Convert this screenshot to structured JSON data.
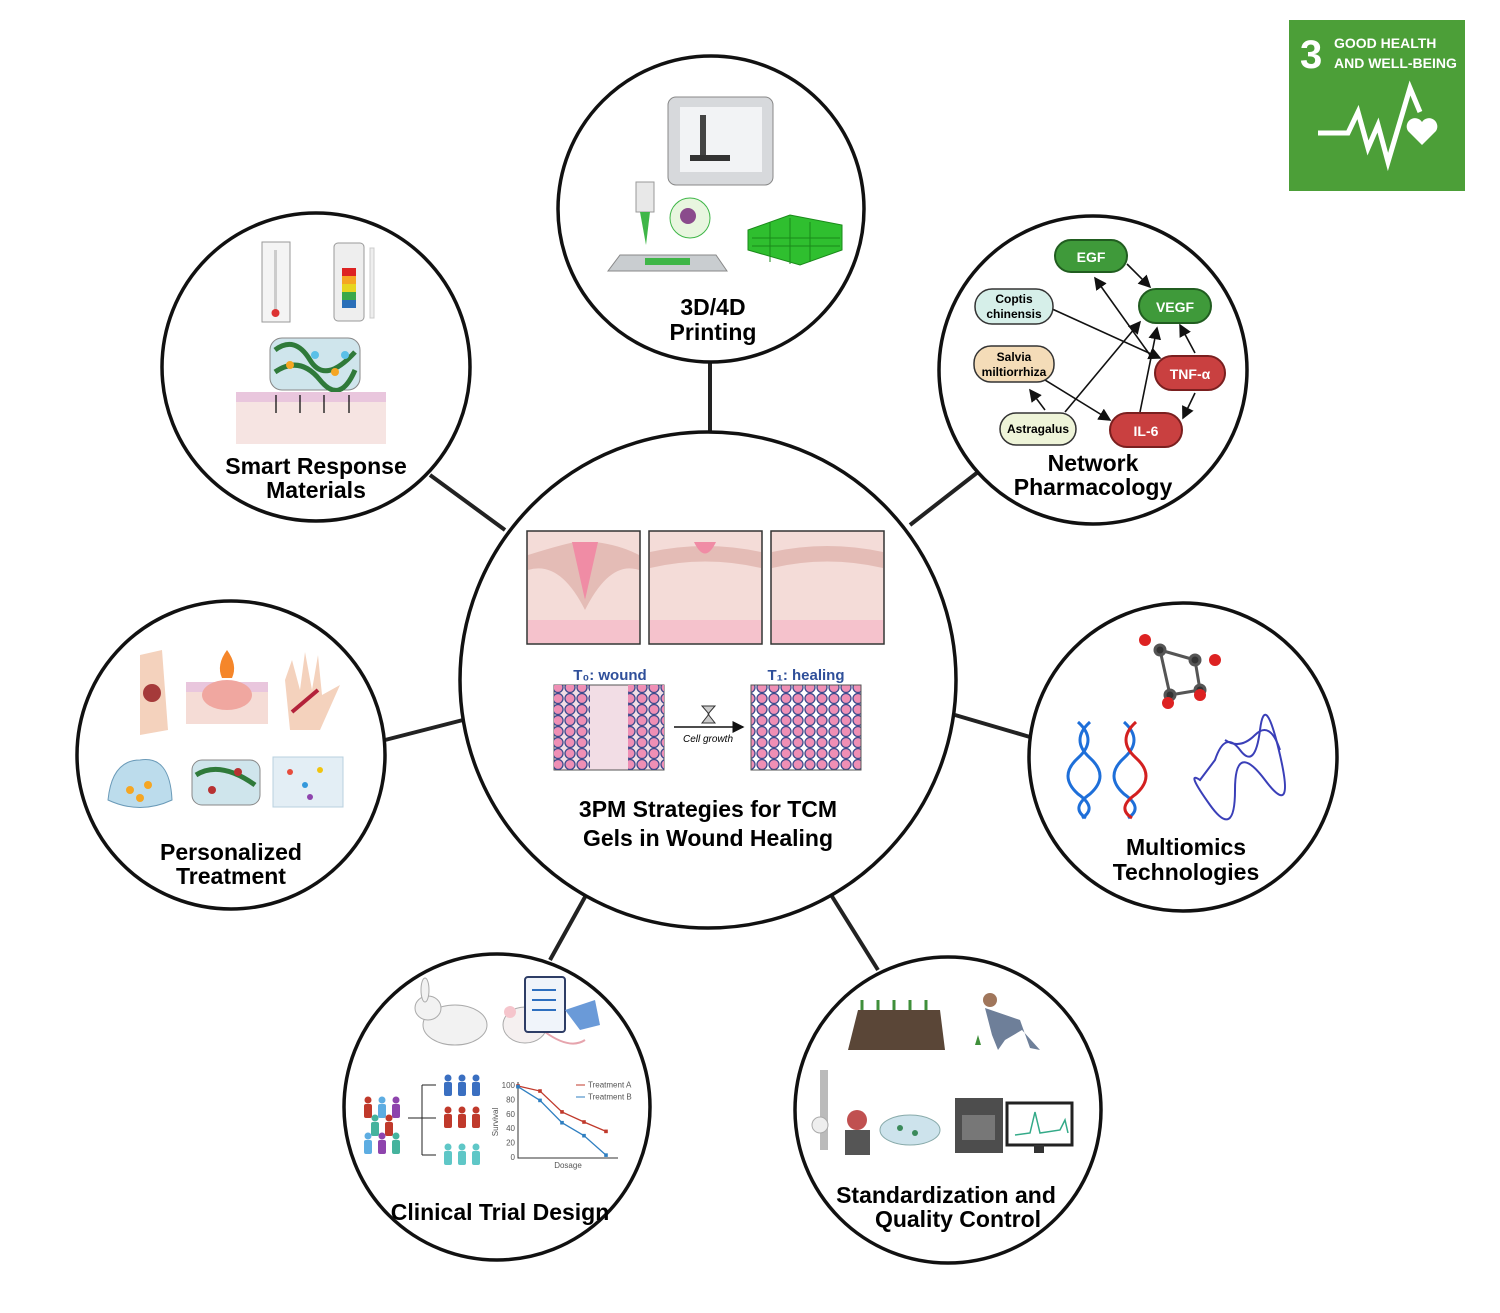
{
  "sdg": {
    "number": "3",
    "line1": "GOOD HEALTH",
    "line2": "AND WELL-BEING",
    "color": "#4c9f38"
  },
  "center": {
    "title_line1": "3PM Strategies for TCM",
    "title_line2": "Gels in Wound Healing",
    "t0_label": "T₀: wound",
    "t1_label": "T₁: healing",
    "arrow_label": "Cell growth"
  },
  "satellites": {
    "printing": {
      "line1": "3D/4D",
      "line2": "Printing"
    },
    "smart": {
      "line1": "Smart Response",
      "line2": "Materials"
    },
    "network": {
      "line1": "Network",
      "line2": "Pharmacology",
      "nodes": {
        "egf": "EGF",
        "vegf": "VEGF",
        "tnf": "TNF-α",
        "il6": "IL-6",
        "coptis1": "Coptis",
        "coptis2": "chinensis",
        "salvia1": "Salvia",
        "salvia2": "miltiorrhiza",
        "astragalus": "Astragalus"
      }
    },
    "personalized": {
      "line1": "Personalized",
      "line2": "Treatment"
    },
    "multiomics": {
      "line1": "Multiomics",
      "line2": "Technologies"
    },
    "clinical": {
      "line1": "Clinical Trial Design",
      "chart": {
        "xlabel": "Dosage",
        "ylabel": "Survival",
        "ticks": [
          "0",
          "20",
          "40",
          "60",
          "80",
          "100"
        ],
        "series": [
          {
            "name": "Treatment A",
            "color": "#c0392b",
            "values": [
              100,
              93,
              64,
              50,
              37
            ]
          },
          {
            "name": "Treatment B",
            "color": "#2f7fc1",
            "values": [
              99,
              80,
              49,
              31,
              4
            ]
          }
        ]
      }
    },
    "standard": {
      "line1": "Standardization and",
      "line2": "Quality Control"
    }
  },
  "colors": {
    "green_node": "#3f9a3a",
    "red_node": "#c94040",
    "skin_pink": "#f2c9cf",
    "cell_pink": "#ef8fb5",
    "cell_border": "#3d4a8c"
  }
}
